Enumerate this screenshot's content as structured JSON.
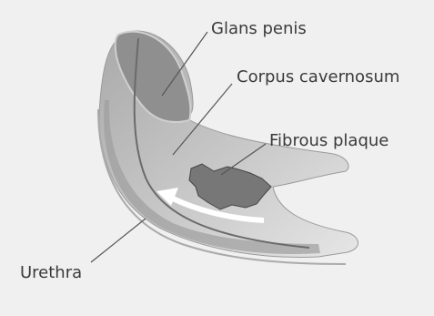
{
  "labels": {
    "glans": "Glans penis",
    "corpus": "Corpus cavernosum",
    "plaque": "Fibrous plaque",
    "urethra": "Urethra"
  },
  "colors": {
    "background": "#f0f0f0",
    "shaft": "#bdbdbd",
    "glans": "#8f8f8f",
    "plaque": "#767676",
    "outline": "#555555",
    "arrow": "#ffffff",
    "urethra": "#6a6a6a",
    "text": "#3a3a3a"
  }
}
